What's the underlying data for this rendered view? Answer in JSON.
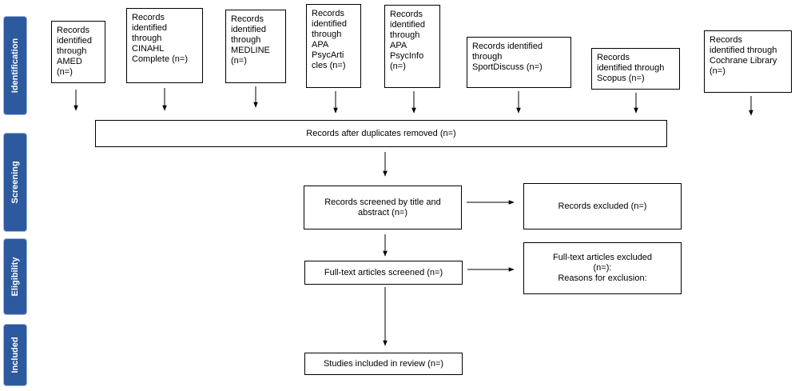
{
  "phases": {
    "identification": "Identification",
    "screening": "Screening",
    "eligibility": "Eligibility",
    "included": "Included"
  },
  "sources": [
    "Records\nidentified\nthrough\nAMED\n(n=)",
    "Records\nidentified\nthrough\nCINAHL\nComplete (n=)",
    "Records\nidentified\nthrough\nMEDLINE\n(n=)",
    "Records\nidentified\nthrough\nAPA\nPsycArti\ncles (n=)",
    "Records\nidentified\nthrough\nAPA\nPsycInfo\n(n=)",
    "Records identified\nthrough\nSportDiscuss (n=)",
    "Records\nidentified through\nScopus (n=)",
    "Records\nidentified through\nCochrane Library\n(n=)"
  ],
  "duplicates_removed": "Records after duplicates removed (n=)",
  "screened": "Records screened by title and\nabstract (n=)",
  "excluded": "Records excluded (n=)",
  "fulltext_screened": "Full-text articles screened (n=)",
  "fulltext_excluded": "Full-text articles excluded\n(n=):\nReasons for exclusion:",
  "included": "Studies included in review (n=)"
}
